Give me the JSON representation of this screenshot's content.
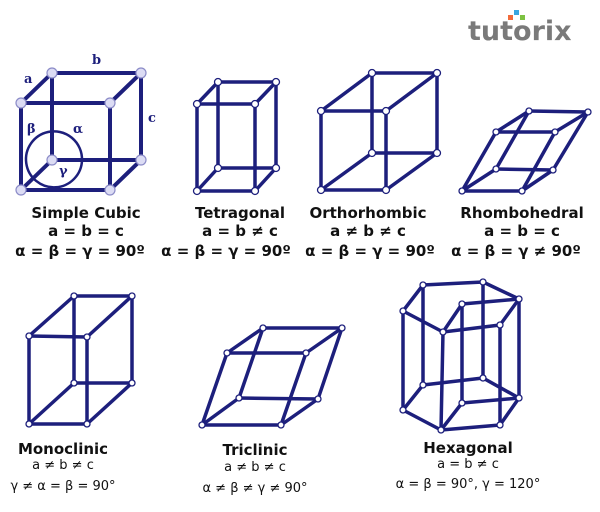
{
  "logo": {
    "text": "tutorix",
    "dot_colors": [
      "#f26b3a",
      "#3aa6e0",
      "#7dc242"
    ]
  },
  "colors": {
    "lattice": "#1d1f7c",
    "node_fill": "#dcdcf4"
  },
  "simple_cubic_labels": {
    "a": "a",
    "b": "b",
    "c": "c",
    "alpha": "α",
    "beta": "β",
    "gamma": "γ"
  },
  "systems": [
    {
      "name": "Simple Cubic",
      "edges": "a = b = c",
      "angles": "α = β = γ = 90º"
    },
    {
      "name": "Tetragonal",
      "edges": "a = b ≠ c",
      "angles": "α = β = γ = 90º"
    },
    {
      "name": "Orthorhombic",
      "edges": "a ≠ b ≠ c",
      "angles": "α = β = γ = 90º"
    },
    {
      "name": "Rhombohedral",
      "edges": "a = b = c",
      "angles": "α = β = γ ≠ 90º"
    },
    {
      "name": "Monoclinic",
      "edges": "a ≠ b ≠ c",
      "angles": "γ ≠ α = β = 90°"
    },
    {
      "name": "Triclinic",
      "edges": "a ≠ b ≠ c",
      "angles": "α ≠ β ≠ γ ≠ 90°"
    },
    {
      "name": "Hexagonal",
      "edges": "a = b ≠ c",
      "angles": "α = β = 90°, γ = 120°"
    }
  ]
}
